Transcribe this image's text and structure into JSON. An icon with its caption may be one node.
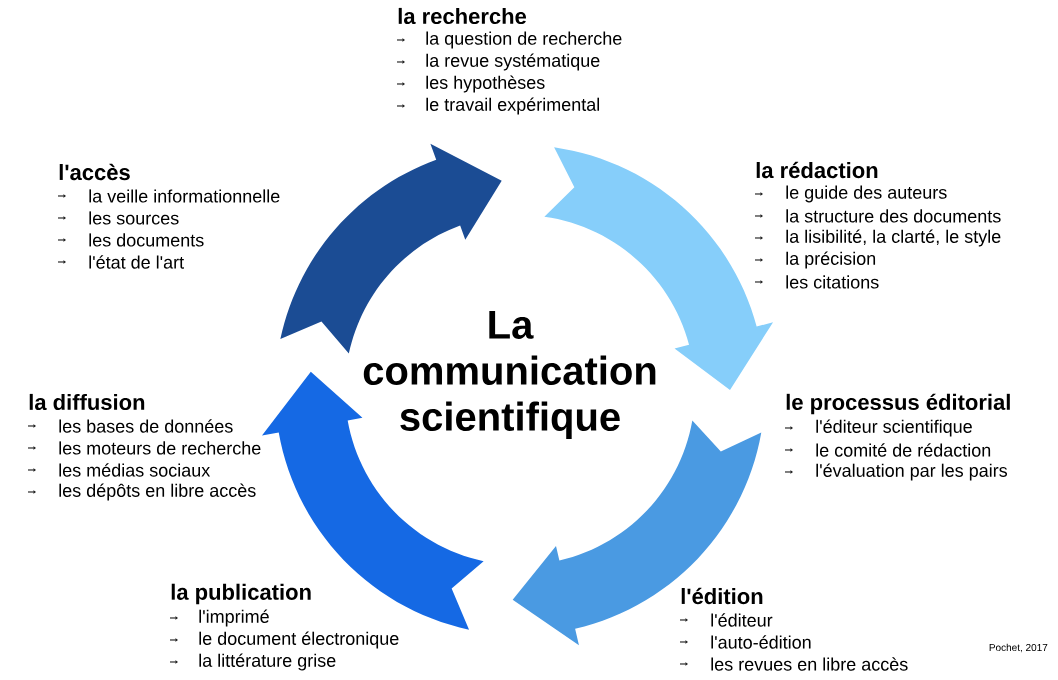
{
  "diagram": {
    "title": "La communication scientifique",
    "labels": [
      "la recherche",
      "la question de recherche",
      "la revue systématique",
      "les hypothèses",
      "le travail expérimental",
      "l'accès",
      "la veille informationnelle",
      "les sources",
      "les documents",
      "l'état de l'art",
      "la rédaction",
      "le guide des auteurs",
      "la structure des documents",
      "la lisibilité, la clarté, le style",
      "la précision",
      "les citations",
      "la diffusion",
      "les bases de données",
      "les moteurs de recherche",
      "les médias sociaux",
      "les dépôts en libre accès",
      "le processus éditorial",
      "l'éditeur scientifique",
      "le comité de rédaction",
      "l'évaluation par les pairs",
      "la publication",
      "l'imprimé",
      "le document électronique",
      "la littérature grise",
      "l'édition",
      "l'éditeur",
      "l'auto-édition",
      "les revues en libre accès",
      "Pochet, 2017"
    ]
  }
}
